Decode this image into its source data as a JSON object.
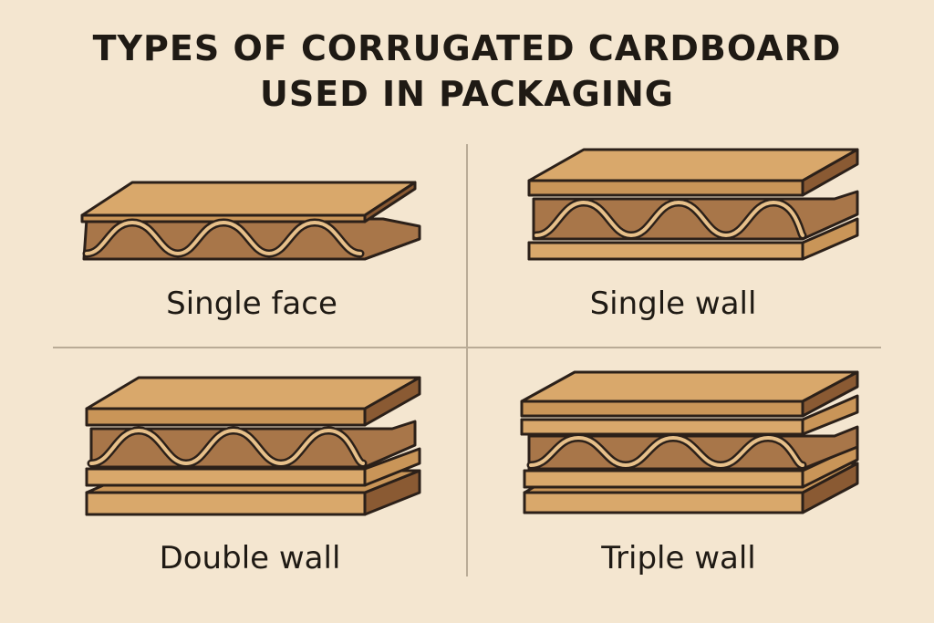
{
  "title": {
    "line1": "TYPES OF CORRUGATED CARDBOARD",
    "line2": "USED IN PACKAGING"
  },
  "panels": [
    {
      "label": "Single face",
      "layers": "liner, fluting"
    },
    {
      "label": "Single wall",
      "layers": "liner, fluting, liner"
    },
    {
      "label": "Double wall",
      "layers": "liner, fluting, liner, liner"
    },
    {
      "label": "Triple wall",
      "layers": "liner, liner, fluting, liner, liner"
    }
  ],
  "colors": {
    "background": "#f4e6d0",
    "board_top": "#d9a86b",
    "board_front": "#c99558",
    "board_dark": "#8a5a33",
    "flute_fill": "#a87649",
    "flute_stroke": "#e7c08a",
    "outline": "#2b2019",
    "divider": "#b9ab96"
  }
}
